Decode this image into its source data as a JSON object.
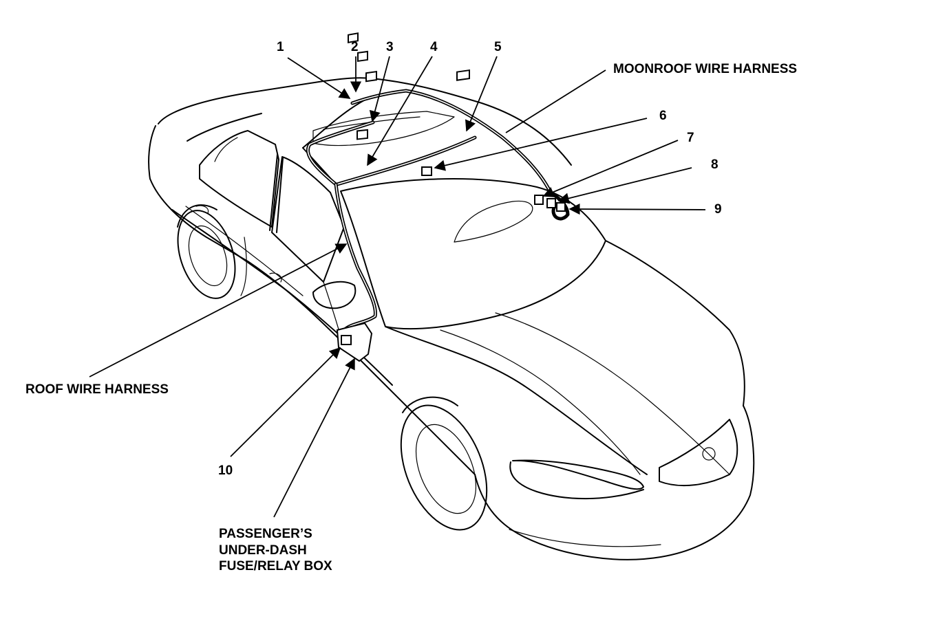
{
  "callouts": [
    {
      "id": "1",
      "label": "1"
    },
    {
      "id": "2",
      "label": "2"
    },
    {
      "id": "3",
      "label": "3"
    },
    {
      "id": "4",
      "label": "4"
    },
    {
      "id": "5",
      "label": "5"
    },
    {
      "id": "6",
      "label": "6"
    },
    {
      "id": "7",
      "label": "7"
    },
    {
      "id": "8",
      "label": "8"
    },
    {
      "id": "9",
      "label": "9"
    },
    {
      "id": "10",
      "label": "10"
    }
  ],
  "labels": {
    "moonroof_harness": "MOONROOF WIRE HARNESS",
    "roof_harness": "ROOF WIRE HARNESS",
    "fuse_box_line1": "PASSENGER’S",
    "fuse_box_line2": "UNDER-DASH",
    "fuse_box_line3": "FUSE/RELAY BOX"
  },
  "colors": {
    "ink": "#000000",
    "background": "#ffffff"
  }
}
